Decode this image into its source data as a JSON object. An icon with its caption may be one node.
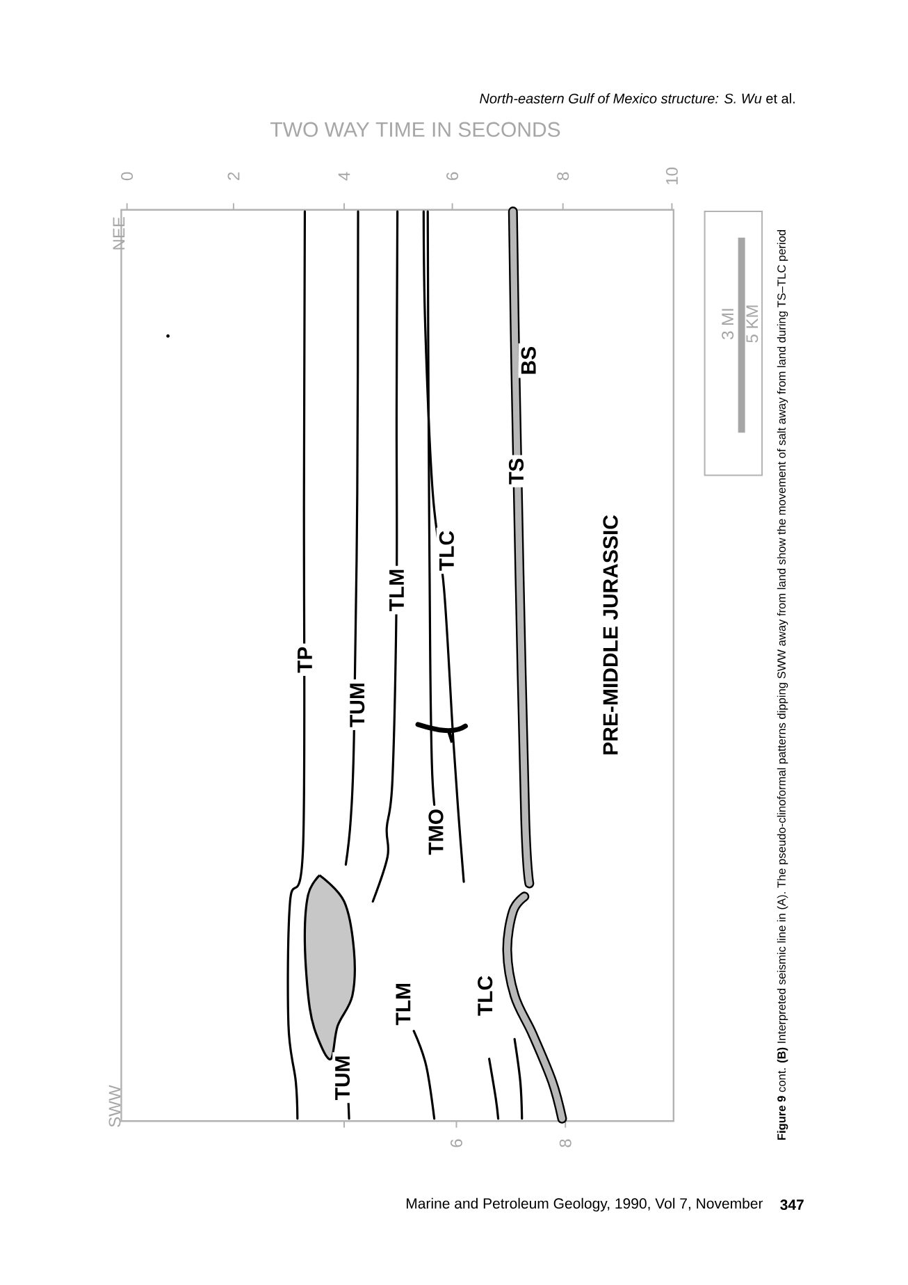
{
  "diagram": {
    "caption": "**Figure 9** cont. **(B)** Interpreted seismic line in (A). The pseudo-clinoformal patterns dipping SWW away from land show the movement of salt away from land during TS–TLC period",
    "labels": [
      "*North-eastern Gulf of Mexico structure: S. Wu* et al.",
      "TWO WAY TIME IN SECONDS",
      "NEE",
      "0",
      "2",
      "4",
      "6",
      "8",
      "10",
      "3 MI",
      "5 KM",
      "TP",
      "TUM",
      "TLM",
      "TLC",
      "TMO",
      "TS",
      "BS",
      "PRE-MIDDLE JURASSIC",
      "TUM",
      "TLM",
      "TLC",
      "SWW",
      "6",
      "8",
      "Marine and Petroleum Geology, 1990, Vol 7, November",
      "347"
    ]
  }
}
